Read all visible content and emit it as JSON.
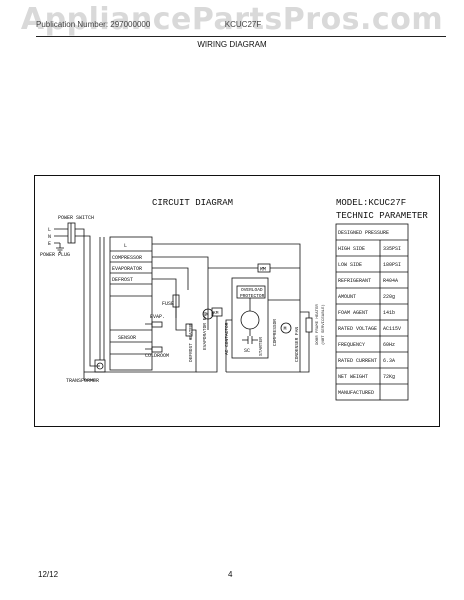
{
  "watermark": "AppliancePartsPros.com",
  "header": {
    "left_text": "Publication Number: 297000000",
    "right_text": "KCUC27F",
    "title": "WIRING DIAGRAM"
  },
  "diagram": {
    "title": "CIRCUIT  DIAGRAM",
    "model": "MODEL:KCUC27F",
    "technic": "TECHNIC  PARAMETER",
    "labels": {
      "power_switch": "POWER SWITCH",
      "power_plug": "POWER PLUG",
      "l": "L",
      "n": "N",
      "e": "E",
      "term_l": "L",
      "compressor": "COMPRESSOR",
      "evaporator": "EVAPORATOR",
      "defrost": "DEFROST",
      "sensor": "SENSOR",
      "fuse": "FUSE",
      "evap": "EVAP.",
      "coldroom": "COLDROOM",
      "transformer": "TRANSFORMER",
      "defrost_heater": "DEFROST HEATER",
      "evaporator_fan": "EVAPORATOR FAN",
      "ac_contactor": "AC CONTACTOR",
      "compressor_v": "COMPRESSOR",
      "overload": "OVERLOAD",
      "protector": "PROTECTOR",
      "starter": "STARTER",
      "sc": "SC",
      "condenser_fan": "CONDENSER FAN",
      "door_heater": "DOOR FRAME HEATER",
      "not_serviceable": "(NOT SERVICEABLE)",
      "km": "KM",
      "km2": "KM",
      "m1": "M",
      "m2": "M"
    },
    "params": [
      {
        "label": "DESIGNED PRESSURE",
        "value": ""
      },
      {
        "label": "HIGH SIDE",
        "value": "335PSI"
      },
      {
        "label": "LOW SIDE",
        "value": "180PSI"
      },
      {
        "label": "REFRIGERANT",
        "value": "R404A"
      },
      {
        "label": "AMOUNT",
        "value": "220g"
      },
      {
        "label": "FOAM AGENT",
        "value": "141b"
      },
      {
        "label": "RATED VOLTAGE",
        "value": "AC115V"
      },
      {
        "label": "FREQUENCY",
        "value": "60Hz"
      },
      {
        "label": "RATED CURRENT",
        "value": "6.3A"
      },
      {
        "label": "NET WEIGHT",
        "value": "72Kg"
      },
      {
        "label": "MANUFACTURED",
        "value": ""
      }
    ]
  },
  "footer": {
    "date": "12/12",
    "page": "4"
  }
}
